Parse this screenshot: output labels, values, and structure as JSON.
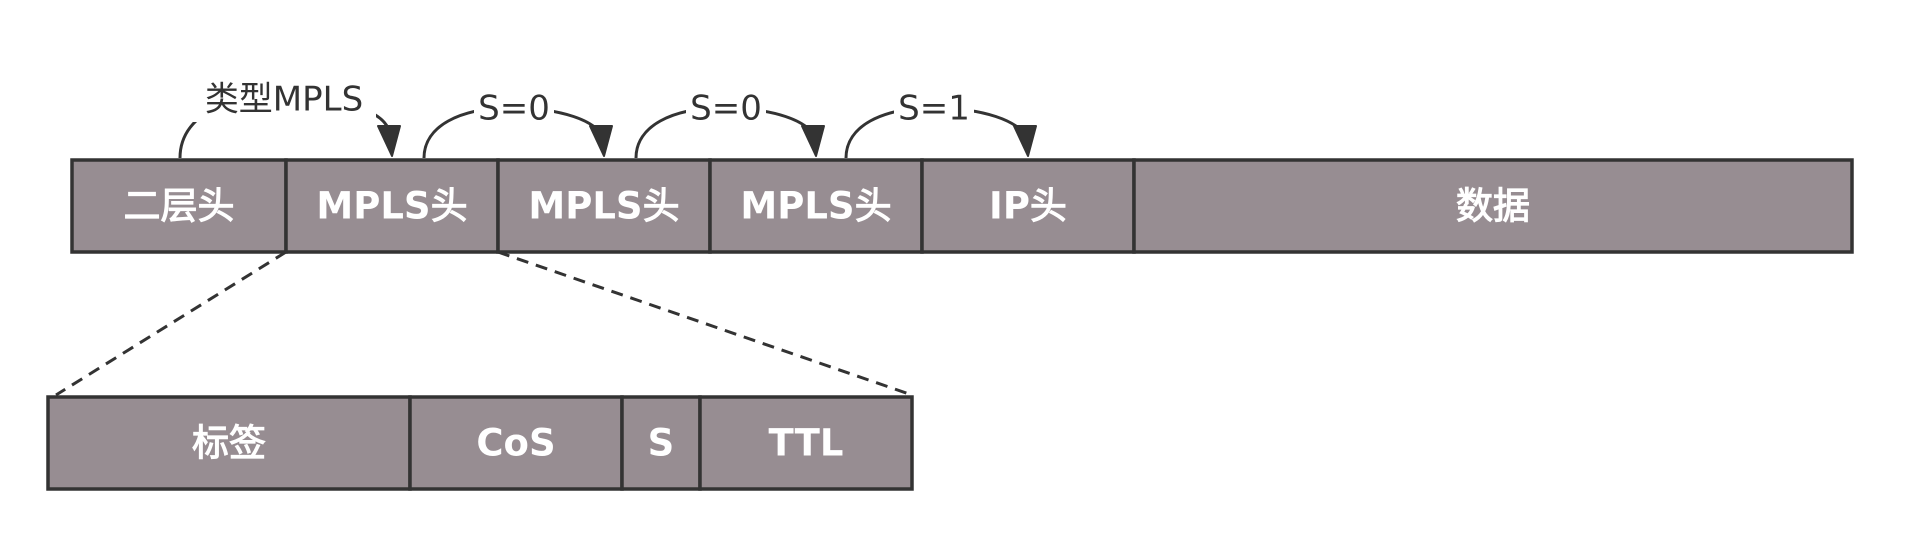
{
  "packet": {
    "fields": [
      "二层头",
      "MPLS头",
      "MPLS头",
      "MPLS头",
      "IP头",
      "数据"
    ]
  },
  "arrows": [
    {
      "label": "类型MPLS"
    },
    {
      "label": "S=0"
    },
    {
      "label": "S=0"
    },
    {
      "label": "S=1"
    }
  ],
  "label_header": {
    "fields": [
      "标签",
      "CoS",
      "S",
      "TTL"
    ]
  },
  "colors": {
    "cell_fill": "#978d92",
    "cell_border": "#333333",
    "cell_text": "#ffffff"
  }
}
